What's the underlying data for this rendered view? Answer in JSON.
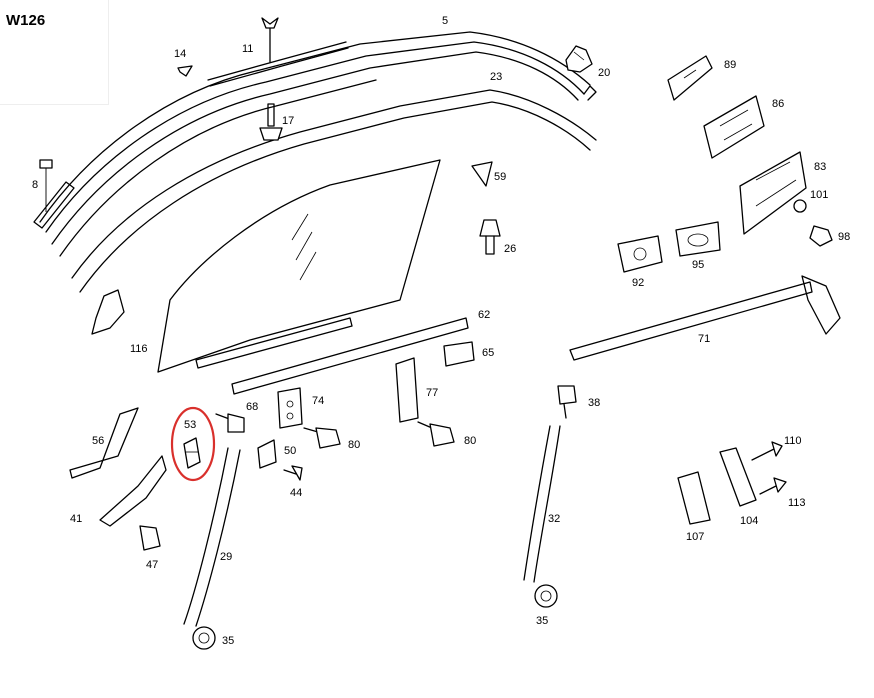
{
  "title": "W126",
  "colors": {
    "line": "#000000",
    "highlight": "#d9302c",
    "background": "#ffffff"
  },
  "highlighted_part": "53",
  "parts": [
    {
      "id": "p5",
      "label": "5"
    },
    {
      "id": "p11",
      "label": "11"
    },
    {
      "id": "p14",
      "label": "14"
    },
    {
      "id": "p20",
      "label": "20"
    },
    {
      "id": "p23",
      "label": "23"
    },
    {
      "id": "p17",
      "label": "17"
    },
    {
      "id": "p89",
      "label": "89"
    },
    {
      "id": "p86",
      "label": "86"
    },
    {
      "id": "p83",
      "label": "83"
    },
    {
      "id": "p101",
      "label": "101"
    },
    {
      "id": "p98",
      "label": "98"
    },
    {
      "id": "p8",
      "label": "8"
    },
    {
      "id": "p59",
      "label": "59"
    },
    {
      "id": "p26",
      "label": "26"
    },
    {
      "id": "p92",
      "label": "92"
    },
    {
      "id": "p95",
      "label": "95"
    },
    {
      "id": "p62",
      "label": "62"
    },
    {
      "id": "p116",
      "label": "116"
    },
    {
      "id": "p71",
      "label": "71"
    },
    {
      "id": "p65",
      "label": "65"
    },
    {
      "id": "p68",
      "label": "68"
    },
    {
      "id": "p74",
      "label": "74"
    },
    {
      "id": "p77",
      "label": "77"
    },
    {
      "id": "p38",
      "label": "38"
    },
    {
      "id": "p56",
      "label": "56"
    },
    {
      "id": "p53",
      "label": "53"
    },
    {
      "id": "p50",
      "label": "50"
    },
    {
      "id": "p80a",
      "label": "80"
    },
    {
      "id": "p80b",
      "label": "80"
    },
    {
      "id": "p110",
      "label": "110"
    },
    {
      "id": "p44",
      "label": "44"
    },
    {
      "id": "p113",
      "label": "113"
    },
    {
      "id": "p41",
      "label": "41"
    },
    {
      "id": "p104",
      "label": "104"
    },
    {
      "id": "p32",
      "label": "32"
    },
    {
      "id": "p107",
      "label": "107"
    },
    {
      "id": "p47",
      "label": "47"
    },
    {
      "id": "p29",
      "label": "29"
    },
    {
      "id": "p35a",
      "label": "35"
    },
    {
      "id": "p35b",
      "label": "35"
    }
  ]
}
